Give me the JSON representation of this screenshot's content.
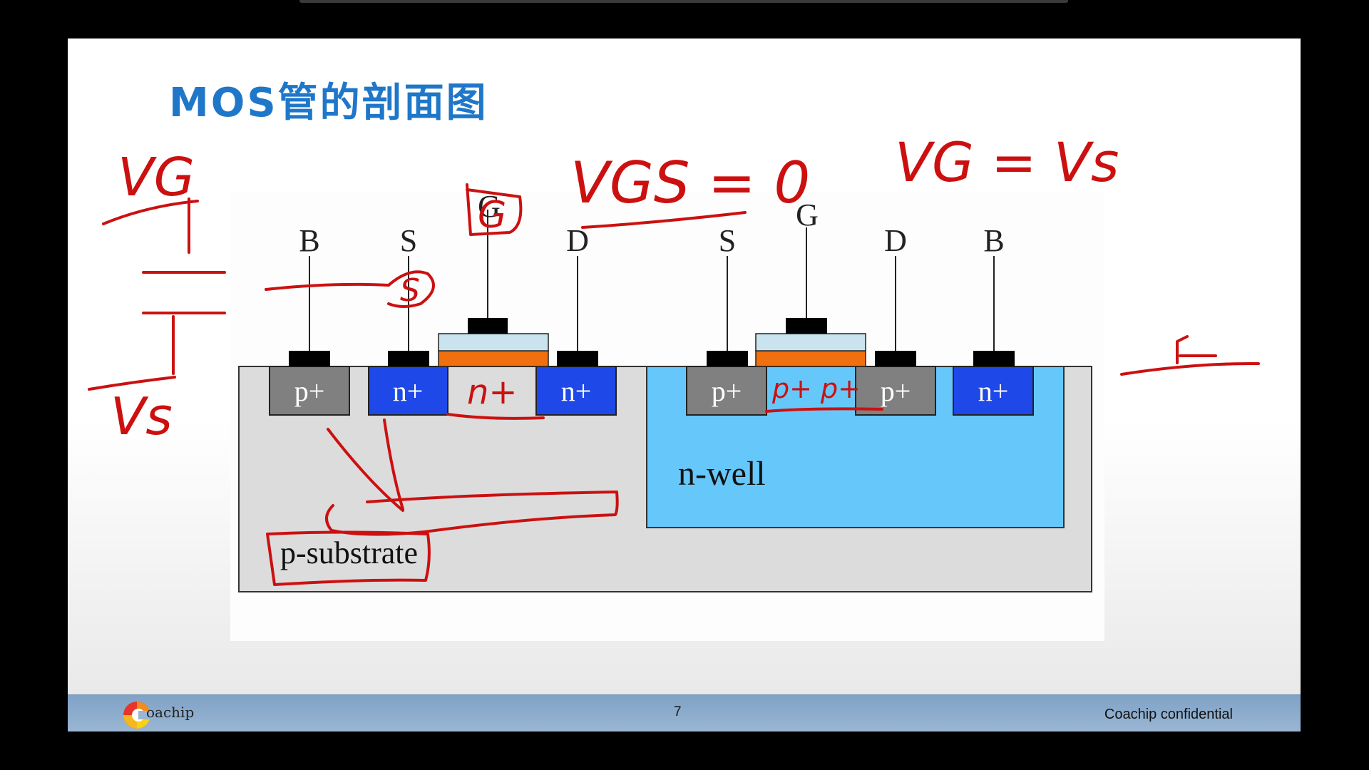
{
  "slide": {
    "title": "MOS管的剖面图"
  },
  "diagram": {
    "nmos": {
      "terminals": [
        "B",
        "S",
        "G",
        "D"
      ],
      "regions": [
        "p+",
        "n+",
        "n+"
      ]
    },
    "pmos": {
      "terminals": [
        "S",
        "G",
        "D",
        "B"
      ],
      "regions": [
        "p+",
        "p+",
        "n+"
      ]
    },
    "nwell_label": "n-well",
    "substrate_label": "p-substrate"
  },
  "annotations": {
    "vg_left": "VG",
    "vs_left": "Vs",
    "g_boxed": "G",
    "s_boxed": "S",
    "channel_nmos": "n+",
    "vgs_eq": "VGS = 0",
    "vg_eq_vs": "VG = Vs",
    "channel_pmos": "p+ p+"
  },
  "footer": {
    "logo_text": "oachip",
    "page": "7",
    "confidential": "Coachip confidential"
  },
  "colors": {
    "title": "#1f77c9",
    "substrate": "#dcdcdc",
    "nwell": "#66c8fa",
    "n_plus": "#1e48e8",
    "p_plus": "#808080",
    "oxide": "#c9e4ef",
    "gate_poly": "#f07010",
    "contact": "#000000",
    "ink": "#cc1010",
    "footer": "#8fadcc"
  }
}
